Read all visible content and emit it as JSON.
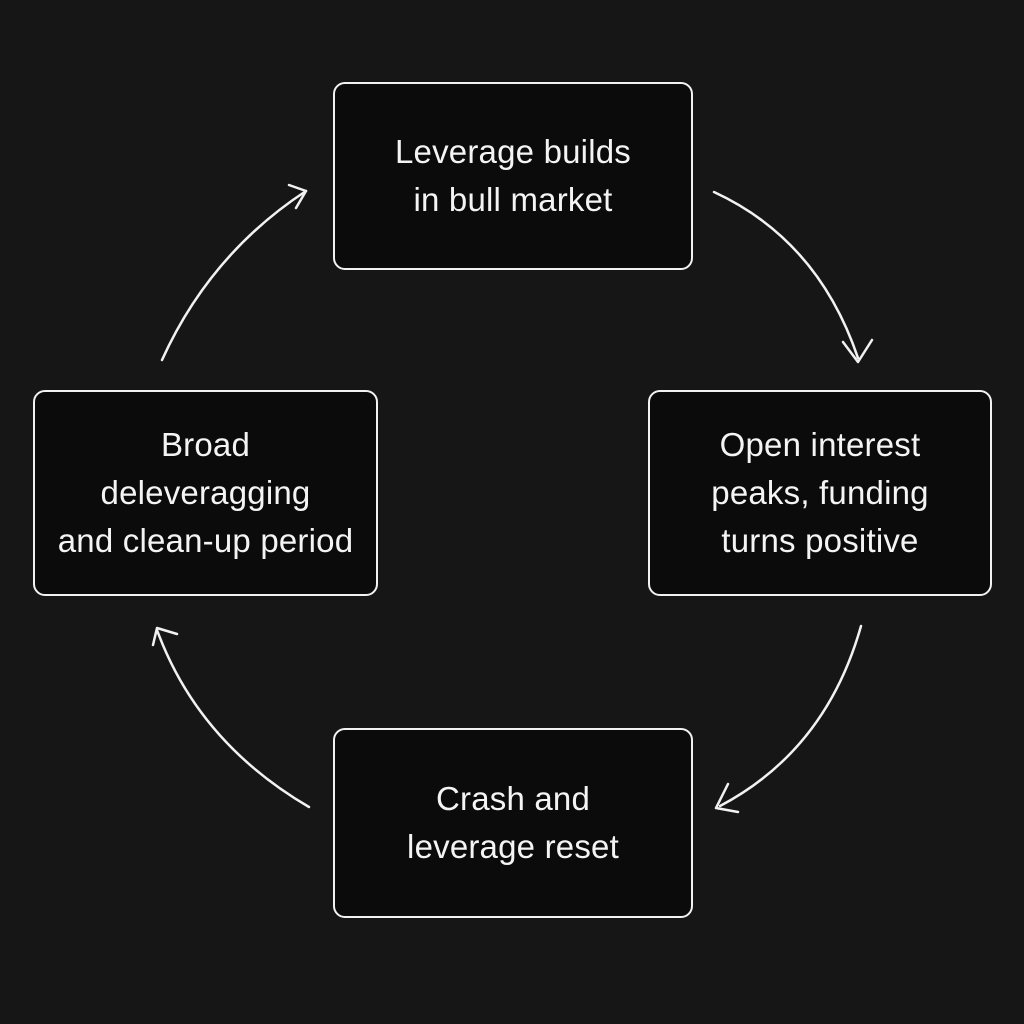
{
  "diagram": {
    "nodes": [
      {
        "id": "top",
        "lines": [
          "Leverage builds",
          "in bull market"
        ]
      },
      {
        "id": "right",
        "lines": [
          "Open interest",
          "peaks, funding",
          "turns positive"
        ]
      },
      {
        "id": "bottom",
        "lines": [
          "Crash and",
          "leverage reset"
        ]
      },
      {
        "id": "left",
        "lines": [
          "Broad",
          "deleveragging",
          "and clean-up period"
        ]
      }
    ],
    "edges": [
      {
        "from": "top",
        "to": "right"
      },
      {
        "from": "right",
        "to": "bottom"
      },
      {
        "from": "bottom",
        "to": "left"
      },
      {
        "from": "left",
        "to": "top"
      }
    ],
    "colors": {
      "background": "#161616",
      "box_fill": "#0b0b0b",
      "stroke": "#f2f2f2",
      "text": "#f4f4f4"
    }
  }
}
